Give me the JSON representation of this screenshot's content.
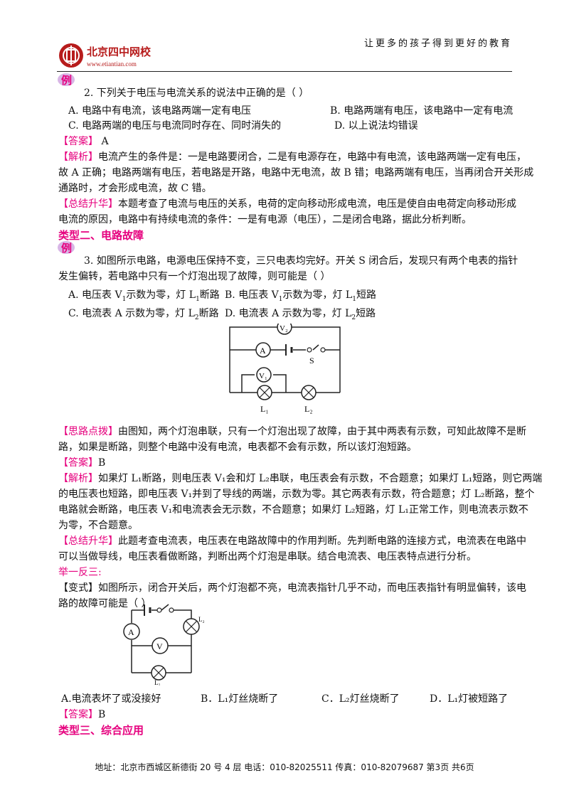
{
  "header": {
    "slogan": "让更多的孩子得到更好的教育",
    "logo_text": "北京四中网校",
    "logo_url": "www.etiantian.com"
  },
  "badge_char": "例",
  "q2": {
    "stem": "2.  下列关于电压与电流关系的说法中正确的是（     ）",
    "optA": "A. 电路中有电流，该电路两端一定有电压",
    "optB": "B. 电路两端有电压，该电路中一定有电流",
    "optC": "C.  电路两端的电压与电流同时存在、同时消失的",
    "optD": "D.  以上说法均错误",
    "answer_tag": "【答案】",
    "answer": " A",
    "analysis_tag": "【解析】",
    "analysis_1": "电流产生的条件是：一是电路要闭合，二是有电源存在，电路中有电流，该电路两端一定有电压，",
    "analysis_2": "故 A 正确；电路两端有电压，若电路是开路，电路中无电流，故 B 错；电路两端有电压，当再闭合开关形成",
    "analysis_3": "通路时，才会形成电流，故 C 错。",
    "summary_tag": "【总结升华】",
    "summary_1": "本题考查了电流与电压的关系，电荷的定向移动形成电流，电压是使自由电荷定向移动形成",
    "summary_2": "电流的原因，电路中有持续电流的条件：一是有电源（电压），二是闭合电路，据此分析判断。"
  },
  "section2": "类型二、电路故障",
  "q3": {
    "stem_1": "3.  如图所示电路，电源电压保持不变，三只电表均完好。开关 S 闭合后，发现只有两个电表的指针",
    "stem_2": "发生偏转，若电路中只有一个灯泡出现了故障，则可能是（       ）",
    "optA_pre": "A.  电压表 V",
    "optA_mid": "示数为零，灯 L",
    "optA_post": "断路",
    "optB_pre": "B.  电压表 V",
    "optB_mid": "示数为零，灯 L",
    "optB_post": "短路",
    "optC_pre": "C.  电流表 A 示数为零，灯 L",
    "optC_post": "断路",
    "optD_pre": "D.  电流表 A 示数为零，灯 L",
    "optD_post": "短路",
    "sub1": "1",
    "sub2": "2",
    "hint_tag": "【思路点拨】",
    "hint_1": "由图知，两个灯泡串联，只有一个灯泡出现了故障，由于其中两表有示数，可知此故障不是断",
    "hint_2": "路，如果是断路，则整个电路中没有电流，电表都不会有示数，所以该灯泡短路。",
    "answer_tag": "【答案】",
    "answer": "B",
    "analysis_tag": "【解析】",
    "analysis_1": "如果灯 L₁断路，则电压表 V₁会和灯 L₂串联，电压表会有示数，不合题意；如果灯 L₁短路，则它两端",
    "analysis_2": "的电压表也短路，即电压表 V₁并到了导线的两端，示数为零。其它两表有示数，符合题意；灯 L₂断路，整个",
    "analysis_3": "电路就会断路，电压表 V₁和电流表会无示数，不合题意；如果灯 L₂短路，灯 L₁正常工作，则电流表示数不",
    "analysis_4": "为零，不合题意。",
    "summary_tag": "【总结升华】",
    "summary_1": "此题考查电流表，电压表在电路故障中的作用判断。先判断电路的连接方式，电流表在电路中",
    "summary_2": "可以当做导线，电压表看做断路，判断出两个灯泡是串联。结合电流表、电压表特点进行分析。",
    "circuit_labels": {
      "v2": "V₂",
      "a": "A",
      "v1": "V₁",
      "s": "S",
      "l1": "L₁",
      "l2": "L₂"
    }
  },
  "variant": {
    "heading": "举一反三:",
    "tag": "【变式】",
    "stem_1": "如图所示，闭合开关后，两个灯泡都不亮，电流表指针几乎不动，而电压表指针有明显偏转，该电",
    "stem_2": "路的故障可能是（       ）",
    "optA": "A.电流表坏了或没接好",
    "optB": "B．L₁灯丝烧断了",
    "optC": "C．L₂灯丝烧断了",
    "optD": "D．L₁灯被短路了",
    "answer_tag": "【答案】",
    "answer": "B",
    "circuit_labels": {
      "a": "A",
      "v": "V",
      "l1": "L₁",
      "l2": "L₂"
    }
  },
  "section3": "类型三、综合应用",
  "footer": "地址：北京市西城区新德街 20 号 4 层  电话：010-82025511  传真：010-82079687    第3页  共6页",
  "colors": {
    "accent": "#e6007e",
    "logo": "#b71c1c"
  }
}
